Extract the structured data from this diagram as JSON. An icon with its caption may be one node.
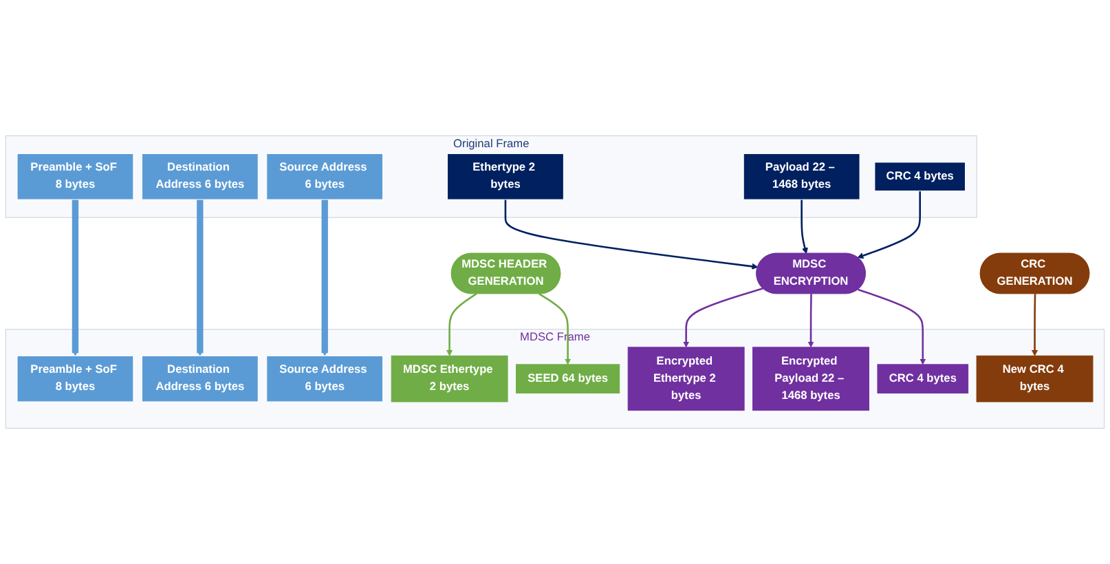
{
  "diagram": {
    "nodes": [
      {
        "text": [
          "Original Frame"
        ]
      },
      {
        "text": [
          "Preamble + SoF 8 bytes"
        ],
        "in": 0
      },
      {
        "text": [
          "Destination Address 6 bytes"
        ],
        "in": 0
      },
      {
        "text": [
          "Source Address 6 bytes"
        ],
        "in": 0
      },
      {
        "text": [
          "Ethertype 2 bytes"
        ],
        "in": 0
      },
      {
        "text": [
          "Payload 22 – 1468 bytes"
        ],
        "in": 0
      },
      {
        "text": [
          "CRC 4 bytes"
        ],
        "in": 0
      },
      {
        "text": [
          "MDSC ENCRYPTION"
        ]
      },
      {
        "text": [
          "CRC GENERATION"
        ]
      },
      {
        "text": [
          "MDSC HEADER GENERATION"
        ]
      },
      {
        "text": [
          "MDSC Frame"
        ]
      },
      {
        "text": [
          "Preamble + SoF 8 bytes"
        ],
        "in": 10
      },
      {
        "text": [
          "Destination Address 6 bytes"
        ],
        "in": 10
      },
      {
        "text": [
          "Source Address 6 bytes"
        ],
        "in": 10
      },
      {
        "text": [
          "MDSC Ethertype 2 bytes"
        ],
        "in": 10
      },
      {
        "text": [
          "SEED 64 bytes"
        ],
        "in": 10
      },
      {
        "text": [
          "Encrypted Ethertype 2 bytes"
        ],
        "in": 10
      },
      {
        "text": [
          "Encrypted Payload 22 – 1468 bytes"
        ],
        "in": 10
      },
      {
        "text": [
          "CRC 4 bytes"
        ],
        "in": 10
      },
      {
        "text": [
          "New CRC 4 bytes"
        ],
        "in": 10
      }
    ],
    "edges": [
      {
        "from": 1,
        "to": 11,
        "arrow": "to",
        "style": "thick",
        "color": "#5b9bd5"
      },
      {
        "from": 2,
        "to": 12,
        "arrow": "to",
        "style": "thick",
        "color": "#5b9bd5"
      },
      {
        "from": 3,
        "to": 13,
        "arrow": "to",
        "style": "thick",
        "color": "#5b9bd5"
      },
      {
        "from": 4,
        "to": 7,
        "arrow": "to",
        "color": "#002060"
      },
      {
        "from": 5,
        "to": 7,
        "arrow": "to",
        "color": "#002060"
      },
      {
        "from": 6,
        "to": 7,
        "arrow": "to",
        "color": "#002060"
      },
      {
        "from": 7,
        "to": 16,
        "arrow": "to",
        "color": "#7030a0"
      },
      {
        "from": 7,
        "to": 17,
        "arrow": "to",
        "color": "#7030a0"
      },
      {
        "from": 7,
        "to": 18,
        "arrow": "to",
        "color": "#7030a0"
      },
      {
        "from": 9,
        "to": 14,
        "arrow": "to",
        "color": "#70ad47"
      },
      {
        "from": 9,
        "to": 15,
        "arrow": "to",
        "color": "#70ad47"
      },
      {
        "from": 8,
        "to": 19,
        "arrow": "to",
        "color": "#843c0c"
      }
    ]
  }
}
